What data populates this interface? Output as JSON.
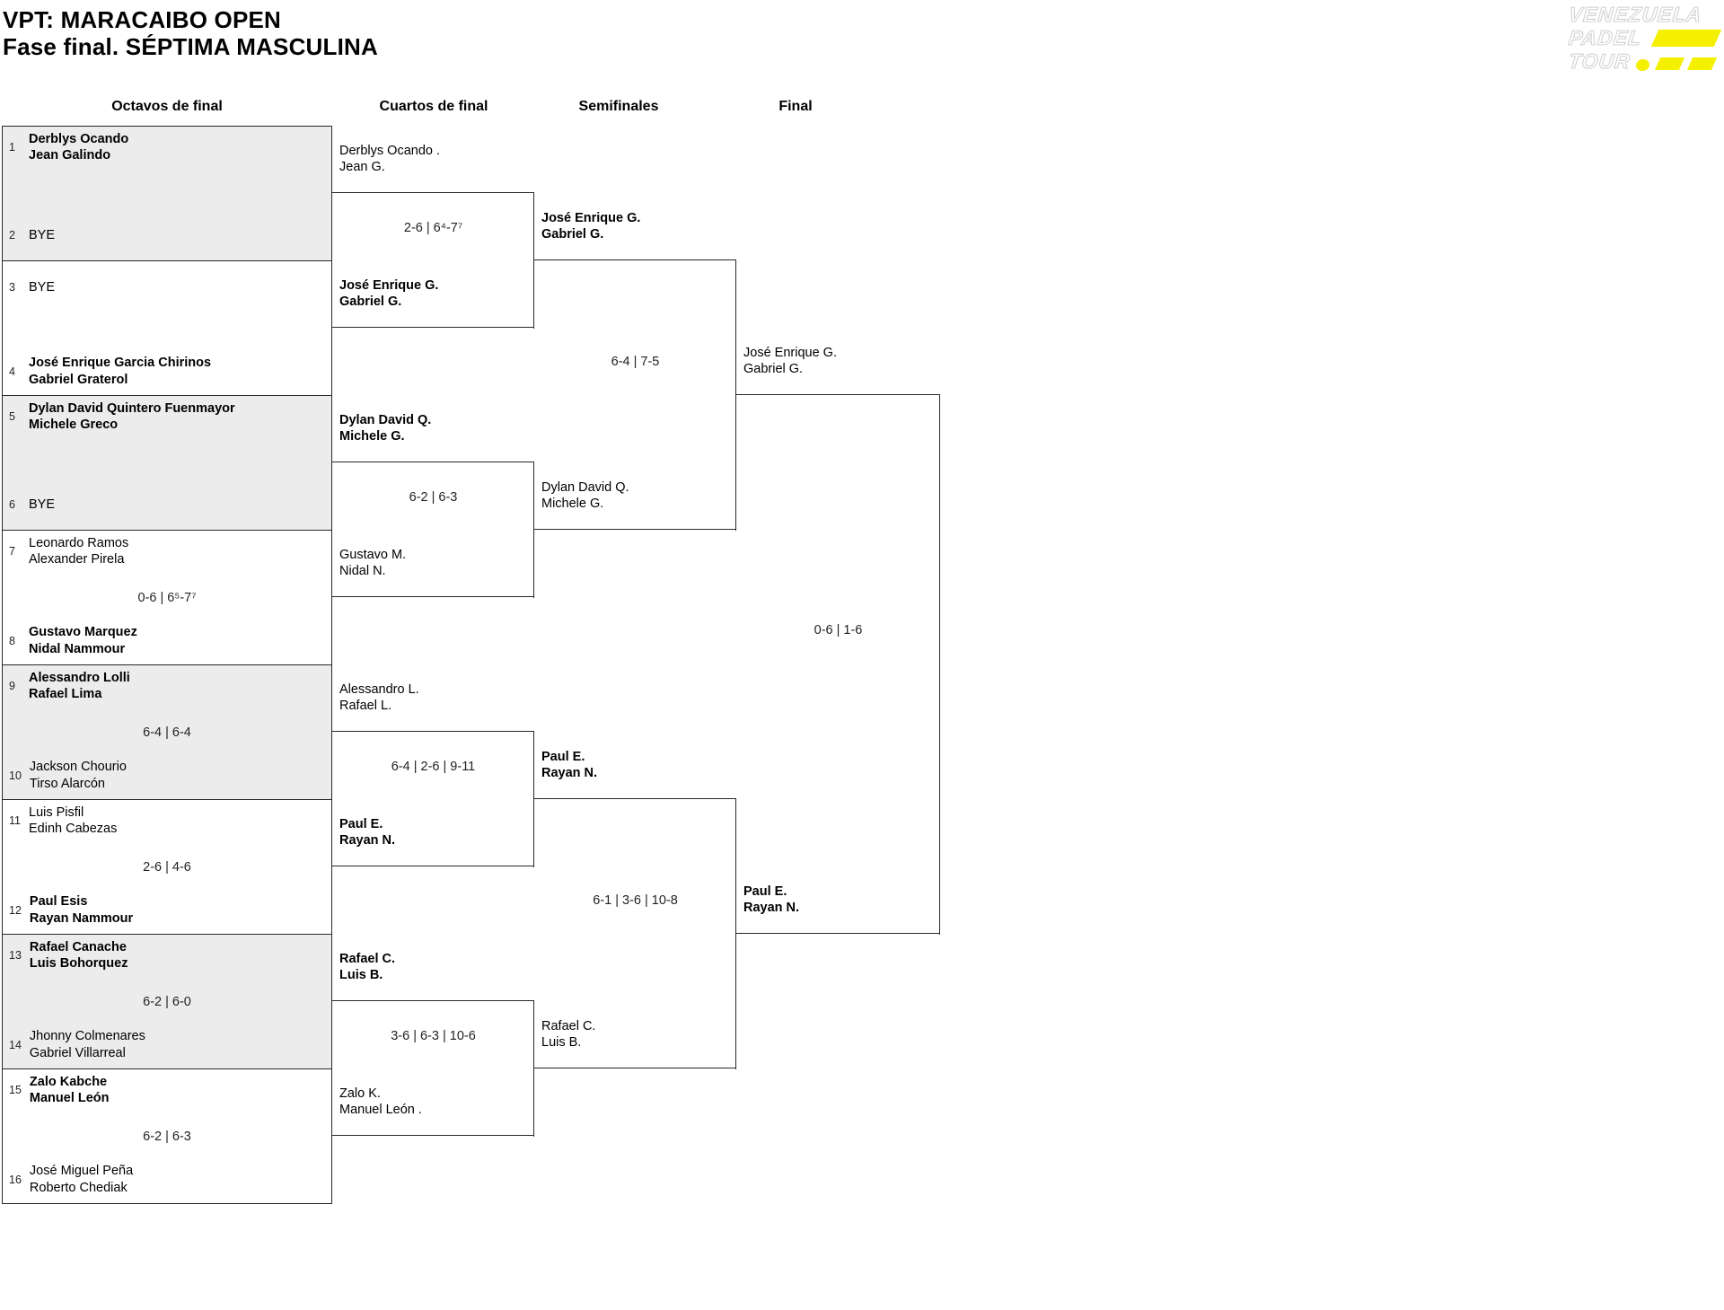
{
  "header": {
    "title": "VPT: MARACAIBO OPEN",
    "subtitle": "Fase final. SÉPTIMA MASCULINA"
  },
  "logo": {
    "line1": "VENEZUELA",
    "line2": "PADEL",
    "line3": "TOUR",
    "accent_yellow": "#f5ef00"
  },
  "round_headers": [
    "Octavos de final",
    "Cuartos de final",
    "Semifinales",
    "Final"
  ],
  "octavos": [
    {
      "top": {
        "seed": "1",
        "names": [
          "Derblys Ocando",
          "Jean Galindo"
        ],
        "winner": true
      },
      "bottom": {
        "seed": "2",
        "names": [
          "BYE"
        ],
        "winner": false
      },
      "score": ""
    },
    {
      "top": {
        "seed": "3",
        "names": [
          "BYE"
        ],
        "winner": false
      },
      "bottom": {
        "seed": "4",
        "names": [
          "José Enrique Garcia Chirinos",
          "Gabriel Graterol"
        ],
        "winner": true
      },
      "score": ""
    },
    {
      "top": {
        "seed": "5",
        "names": [
          "Dylan David Quintero Fuenmayor",
          "Michele Greco"
        ],
        "winner": true
      },
      "bottom": {
        "seed": "6",
        "names": [
          "BYE"
        ],
        "winner": false
      },
      "score": ""
    },
    {
      "top": {
        "seed": "7",
        "names": [
          "Leonardo Ramos",
          "Alexander Pirela"
        ],
        "winner": false
      },
      "bottom": {
        "seed": "8",
        "names": [
          "Gustavo Marquez",
          "Nidal Nammour"
        ],
        "winner": true
      },
      "score": "0-6 | 6⁵-7⁷"
    },
    {
      "top": {
        "seed": "9",
        "names": [
          "Alessandro Lolli",
          "Rafael Lima"
        ],
        "winner": true
      },
      "bottom": {
        "seed": "10",
        "names": [
          "Jackson Chourio",
          "Tirso Alarcón"
        ],
        "winner": false
      },
      "score": "6-4 | 6-4"
    },
    {
      "top": {
        "seed": "11",
        "names": [
          "Luis Pisfil",
          "Edinh Cabezas"
        ],
        "winner": false
      },
      "bottom": {
        "seed": "12",
        "names": [
          "Paul Esis",
          "Rayan Nammour"
        ],
        "winner": true
      },
      "score": "2-6 | 4-6"
    },
    {
      "top": {
        "seed": "13",
        "names": [
          "Rafael Canache",
          "Luis Bohorquez"
        ],
        "winner": true
      },
      "bottom": {
        "seed": "14",
        "names": [
          "Jhonny Colmenares",
          "Gabriel Villarreal"
        ],
        "winner": false
      },
      "score": "6-2 | 6-0"
    },
    {
      "top": {
        "seed": "15",
        "names": [
          "Zalo Kabche",
          "Manuel León"
        ],
        "winner": true
      },
      "bottom": {
        "seed": "16",
        "names": [
          "José Miguel Peña",
          "Roberto Chediak"
        ],
        "winner": false
      },
      "score": "6-2 | 6-3"
    }
  ],
  "cuartos": [
    {
      "top": {
        "names": [
          "Derblys Ocando .",
          "Jean G."
        ],
        "winner": false
      },
      "bottom": {
        "names": [
          "José Enrique G.",
          "Gabriel G."
        ],
        "winner": true
      },
      "score": "2-6 | 6⁴-7⁷"
    },
    {
      "top": {
        "names": [
          "Dylan David Q.",
          "Michele G."
        ],
        "winner": true
      },
      "bottom": {
        "names": [
          "Gustavo M.",
          "Nidal N."
        ],
        "winner": false
      },
      "score": "6-2 | 6-3"
    },
    {
      "top": {
        "names": [
          "Alessandro L.",
          "Rafael L."
        ],
        "winner": false
      },
      "bottom": {
        "names": [
          "Paul E.",
          "Rayan N."
        ],
        "winner": true
      },
      "score": "6-4 | 2-6 | 9-11"
    },
    {
      "top": {
        "names": [
          "Rafael C.",
          "Luis B."
        ],
        "winner": true
      },
      "bottom": {
        "names": [
          "Zalo K.",
          "Manuel León ."
        ],
        "winner": false
      },
      "score": "3-6 | 6-3 | 10-6"
    }
  ],
  "semifinales": [
    {
      "top": {
        "names": [
          "José Enrique G.",
          "Gabriel G."
        ],
        "winner": true
      },
      "bottom": {
        "names": [
          "Dylan David Q.",
          "Michele G."
        ],
        "winner": false
      },
      "score": "6-4 | 7-5"
    },
    {
      "top": {
        "names": [
          "Paul E.",
          "Rayan N."
        ],
        "winner": true
      },
      "bottom": {
        "names": [
          "Rafael C.",
          "Luis B."
        ],
        "winner": false
      },
      "score": "6-1 | 3-6 | 10-8"
    }
  ],
  "final": {
    "top": {
      "names": [
        "José Enrique G.",
        "Gabriel G."
      ],
      "winner": false
    },
    "bottom": {
      "names": [
        "Paul E.",
        "Rayan N."
      ],
      "winner": true
    },
    "score": "0-6 | 1-6"
  }
}
